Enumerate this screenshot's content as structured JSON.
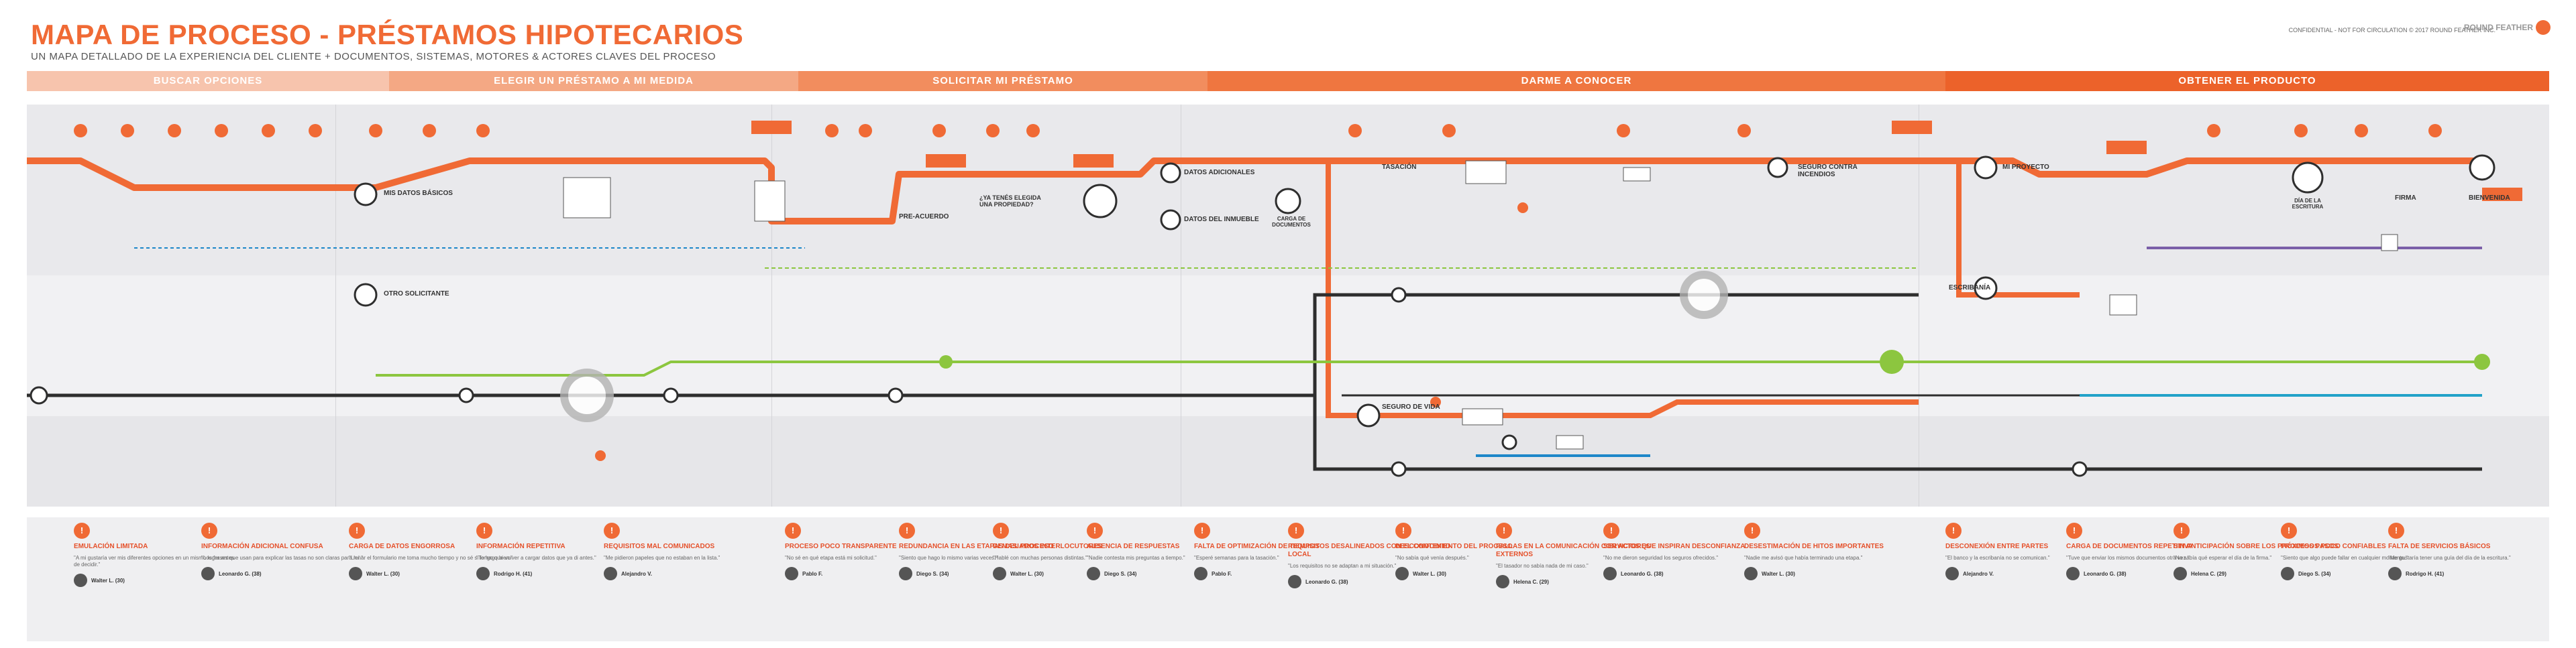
{
  "header": {
    "title": "MAPA DE PROCESO - PRÉSTAMOS HIPOTECARIOS",
    "subtitle": "UN MAPA DETALLADO DE LA EXPERIENCIA DEL CLIENTE + DOCUMENTOS, SISTEMAS, MOTORES & ACTORES CLAVES DEL PROCESO",
    "confidential": "CONFIDENTIAL - NOT FOR CIRCULATION  © 2017 ROUND FEATHER INC.",
    "brand": "ROUND FEATHER"
  },
  "phases": [
    {
      "label": "BUSCAR OPCIONES",
      "color": "#f7c4ad"
    },
    {
      "label": "ELEGIR UN PRÉSTAMO A MI MEDIDA",
      "color": "#f4a884"
    },
    {
      "label": "SOLICITAR MI PRÉSTAMO",
      "color": "#f28d5e"
    },
    {
      "label": "DARME A CONOCER",
      "color": "#ef7640"
    },
    {
      "label": "OBTENER EL PRODUCTO",
      "color": "#ec622a"
    }
  ],
  "nodes": {
    "mis_datos": "MIS DATOS BÁSICOS",
    "otro_solicitante": "OTRO SOLICITANTE",
    "pre_acuerdo": "PRE-ACUERDO",
    "ya_elegida": "¿YA TENÉS ELEGIDA UNA PROPIEDAD?",
    "datos_adicionales": "DATOS ADICIONALES",
    "datos_inmueble": "DATOS DEL INMUEBLE",
    "carga_documentos": "CARGA DE DOCUMENTOS",
    "tasacion": "TASACIÓN",
    "seguro_incendios": "SEGURO CONTRA INCENDIOS",
    "seguro_vida": "SEGURO DE VIDA",
    "mi_proyecto": "MI PROYECTO",
    "escribania": "ESCRIBANÍA",
    "firma": "FIRMA",
    "bienvenida": "BIENVENIDA",
    "dia_escritura": "DÍA DE LA ESCRITURA"
  },
  "pains": [
    {
      "title": "EMULACIÓN LIMITADA",
      "quote": "\"A mi gustaría ver mis diferentes opciones en un mismo lugar antes de decidir.\"",
      "author": "Walter L. (30)"
    },
    {
      "title": "INFORMACIÓN ADICIONAL CONFUSA",
      "quote": "\"Los frases que usan para explicar las tasas no son claras para mí.\"",
      "author": "Leonardo G. (38)"
    },
    {
      "title": "CARGA DE DATOS ENGORROSA",
      "quote": "\"Llenar el formulario me toma mucho tiempo y no sé si lo hago bien.\"",
      "author": "Walter L. (30)"
    },
    {
      "title": "INFORMACIÓN REPETITIVA",
      "quote": "\"Tengo que volver a cargar datos que ya di antes.\"",
      "author": "Rodrigo H. (41)"
    },
    {
      "title": "REQUISITOS MAL COMUNICADOS",
      "quote": "\"Me pidieron papeles que no estaban en la lista.\"",
      "author": "Alejandro V."
    },
    {
      "title": "PROCESO POCO TRANSPARENTE",
      "quote": "\"No sé en qué etapa está mi solicitud.\"",
      "author": "Pablo F."
    },
    {
      "title": "REDUNDANCIA EN LAS ETAPAS DEL PROCESO",
      "quote": "\"Siento que hago lo mismo varias veces.\"",
      "author": "Diego S. (34)"
    },
    {
      "title": "DEMASIADOS INTERLOCUTORES",
      "quote": "\"Hablé con muchas personas distintas.\"",
      "author": "Walter L. (30)"
    },
    {
      "title": "AUSENCIA DE RESPUESTAS",
      "quote": "\"Nadie contesta mis preguntas a tiempo.\"",
      "author": "Diego S. (34)"
    },
    {
      "title": "FALTA DE OPTIMIZACIÓN DE TIEMPOS",
      "quote": "\"Esperé semanas para la tasación.\"",
      "author": "Pablo F."
    },
    {
      "title": "REQUISITOS DESALINEADOS CON EL CONTEXTO LOCAL",
      "quote": "\"Los requisitos no se adaptan a mi situación.\"",
      "author": "Leonardo G. (38)"
    },
    {
      "title": "DESCONOCIMIENTO DEL PROCESO",
      "quote": "\"No sabía qué venía después.\"",
      "author": "Walter L. (30)"
    },
    {
      "title": "FALLAS EN LA COMUNICACIÓN CON ACTORES EXTERNOS",
      "quote": "\"El tasador no sabía nada de mi caso.\"",
      "author": "Helena C. (29)"
    },
    {
      "title": "SERVICIOS QUE INSPIRAN DESCONFIANZA",
      "quote": "\"No me dieron seguridad los seguros ofrecidos.\"",
      "author": "Leonardo G. (38)"
    },
    {
      "title": "DESESTIMACIÓN DE HITOS IMPORTANTES",
      "quote": "\"Nadie me avisó que había terminado una etapa.\"",
      "author": "Walter L. (30)"
    },
    {
      "title": "DESCONEXIÓN ENTRE PARTES",
      "quote": "\"El banco y la escribanía no se comunican.\"",
      "author": "Alejandro V."
    },
    {
      "title": "CARGA DE DOCUMENTOS REPETITIVA",
      "quote": "\"Tuve que enviar los mismos documentos otra vez.\"",
      "author": "Leonardo G. (38)"
    },
    {
      "title": "SIN ANTICIPACIÓN SOBRE LOS PRÓXIMOS PASOS",
      "quote": "\"No sabía qué esperar el día de la firma.\"",
      "author": "Helena C. (29)"
    },
    {
      "title": "PROCESOS POCO CONFIABLES",
      "quote": "\"Siento que algo puede fallar en cualquier momento.\"",
      "author": "Diego S. (34)"
    },
    {
      "title": "FALTA DE SERVICIOS BÁSICOS",
      "quote": "\"Me gustaría tener una guía del día de la escritura.\"",
      "author": "Rodrigo H. (41)"
    }
  ],
  "colors": {
    "accent": "#f06a35",
    "green": "#8cc63f",
    "blue": "#1d87c9",
    "purple": "#7a5fa8",
    "dark": "#2e2e2e"
  }
}
